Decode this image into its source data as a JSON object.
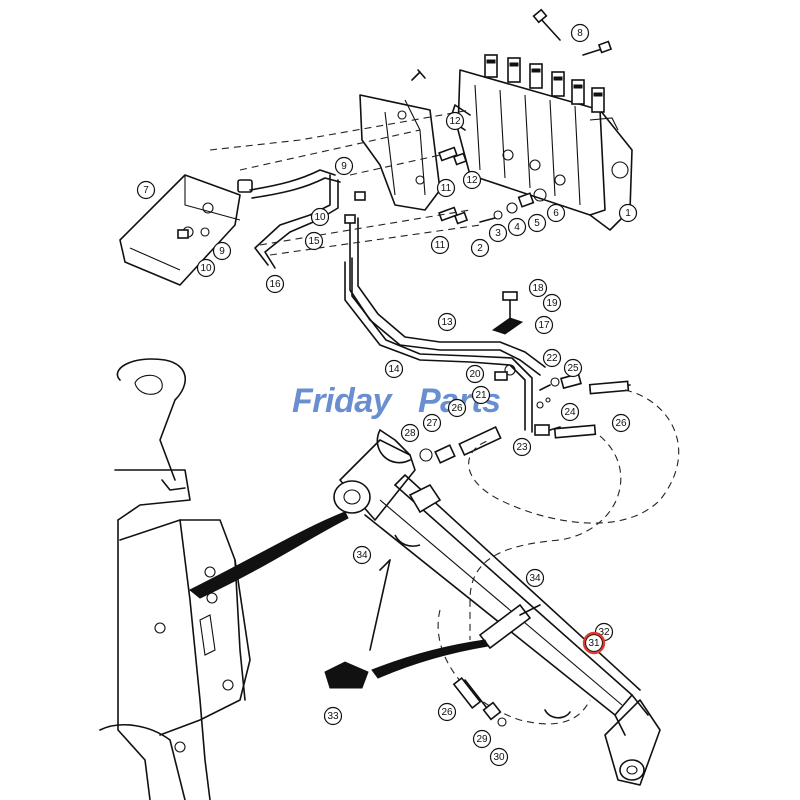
{
  "watermark": {
    "part1": "Friday",
    "part2": "Parts",
    "color_blue": "#6a8fd0",
    "color_orange": "#f0a030"
  },
  "highlight_color": "#e03a2a",
  "callouts": [
    {
      "label": "8"
    },
    {
      "label": "7"
    },
    {
      "label": "9"
    },
    {
      "label": "9"
    },
    {
      "label": "10"
    },
    {
      "label": "10"
    },
    {
      "label": "15"
    },
    {
      "label": "16"
    },
    {
      "label": "12"
    },
    {
      "label": "11"
    },
    {
      "label": "12"
    },
    {
      "label": "11"
    },
    {
      "label": "2"
    },
    {
      "label": "3"
    },
    {
      "label": "4"
    },
    {
      "label": "5"
    },
    {
      "label": "6"
    },
    {
      "label": "1"
    },
    {
      "label": "18"
    },
    {
      "label": "19"
    },
    {
      "label": "17"
    },
    {
      "label": "13"
    },
    {
      "label": "14"
    },
    {
      "label": "22"
    },
    {
      "label": "25"
    },
    {
      "label": "20"
    },
    {
      "label": "21"
    },
    {
      "label": "26"
    },
    {
      "label": "24"
    },
    {
      "label": "26"
    },
    {
      "label": "23"
    },
    {
      "label": "28"
    },
    {
      "label": "27"
    },
    {
      "label": "34"
    },
    {
      "label": "34"
    },
    {
      "label": "32"
    },
    {
      "label": "31"
    },
    {
      "label": "33"
    },
    {
      "label": "26"
    },
    {
      "label": "29"
    },
    {
      "label": "30"
    }
  ]
}
